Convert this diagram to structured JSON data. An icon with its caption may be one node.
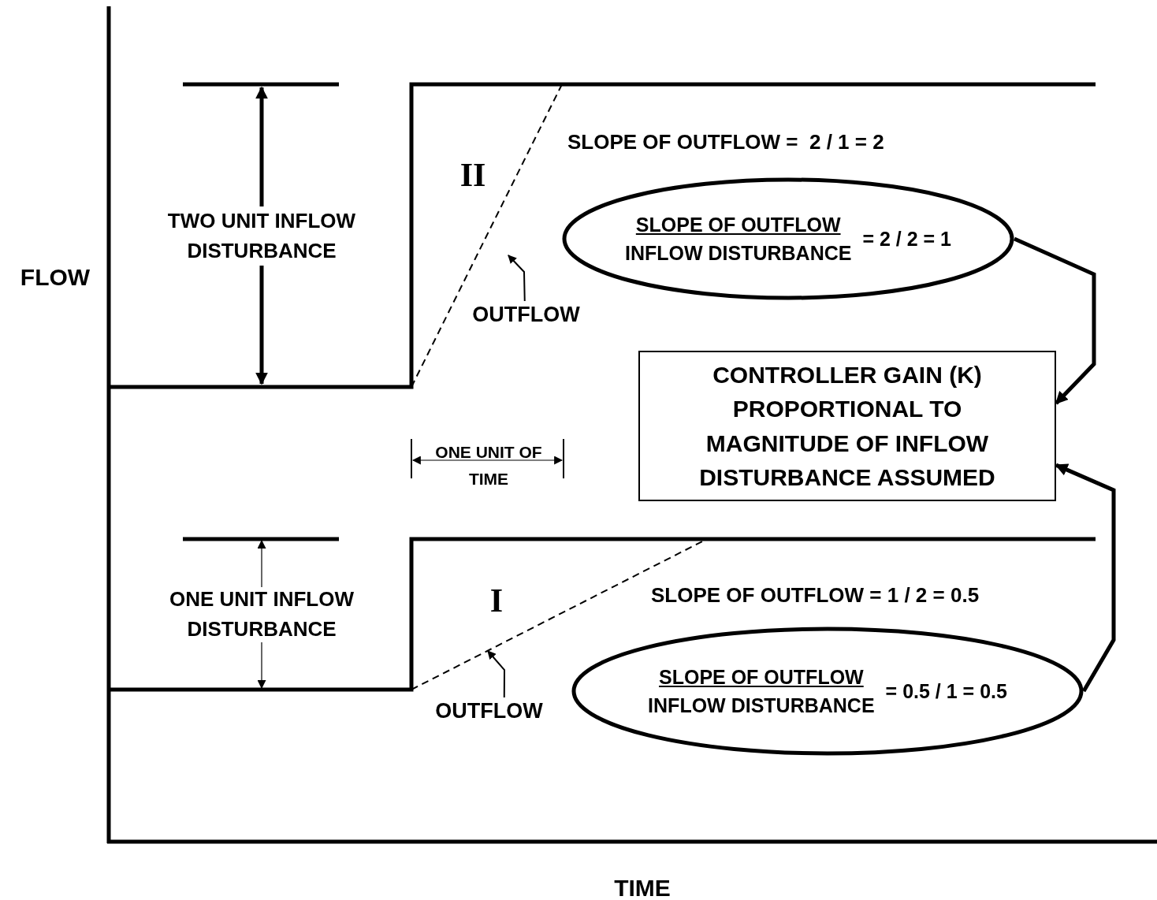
{
  "diagram": {
    "nodes": [
      {
        "text": [
          "SLOPE OF OUTFLOW",
          "INFLOW DISTURBANCE",
          "= 2 / 2 = 1"
        ]
      },
      {
        "text": [
          "CONTROLLER GAIN (K) PROPORTIONAL TO MAGNITUDE OF INFLOW DISTURBANCE ASSUMED"
        ]
      },
      {
        "text": [
          "SLOPE OF OUTFLOW",
          "INFLOW DISTURBANCE",
          "= 0.5 / 1 = 0.5"
        ]
      },
      {
        "text": [
          "OUTFLOW"
        ]
      },
      {
        "text": [
          "OUTFLOW"
        ]
      }
    ],
    "edges": [
      {
        "from": 3,
        "to": null,
        "arrow": "to"
      },
      {
        "from": 4,
        "to": null,
        "arrow": "to"
      },
      {
        "from": 0,
        "to": 1,
        "arrow": "to",
        "style": "thick"
      },
      {
        "from": 2,
        "to": 1,
        "arrow": "to",
        "style": "thick"
      }
    ],
    "labels": [
      "FLOW",
      "TIME",
      "TWO UNIT INFLOW DISTURBANCE",
      "II",
      "SLOPE OF OUTFLOW =  2 / 1 = 2",
      "ONE UNIT OF TIME",
      "ONE UNIT INFLOW DISTURBANCE",
      "I",
      "SLOPE OF OUTFLOW = 1 / 2 = 0.5"
    ]
  }
}
